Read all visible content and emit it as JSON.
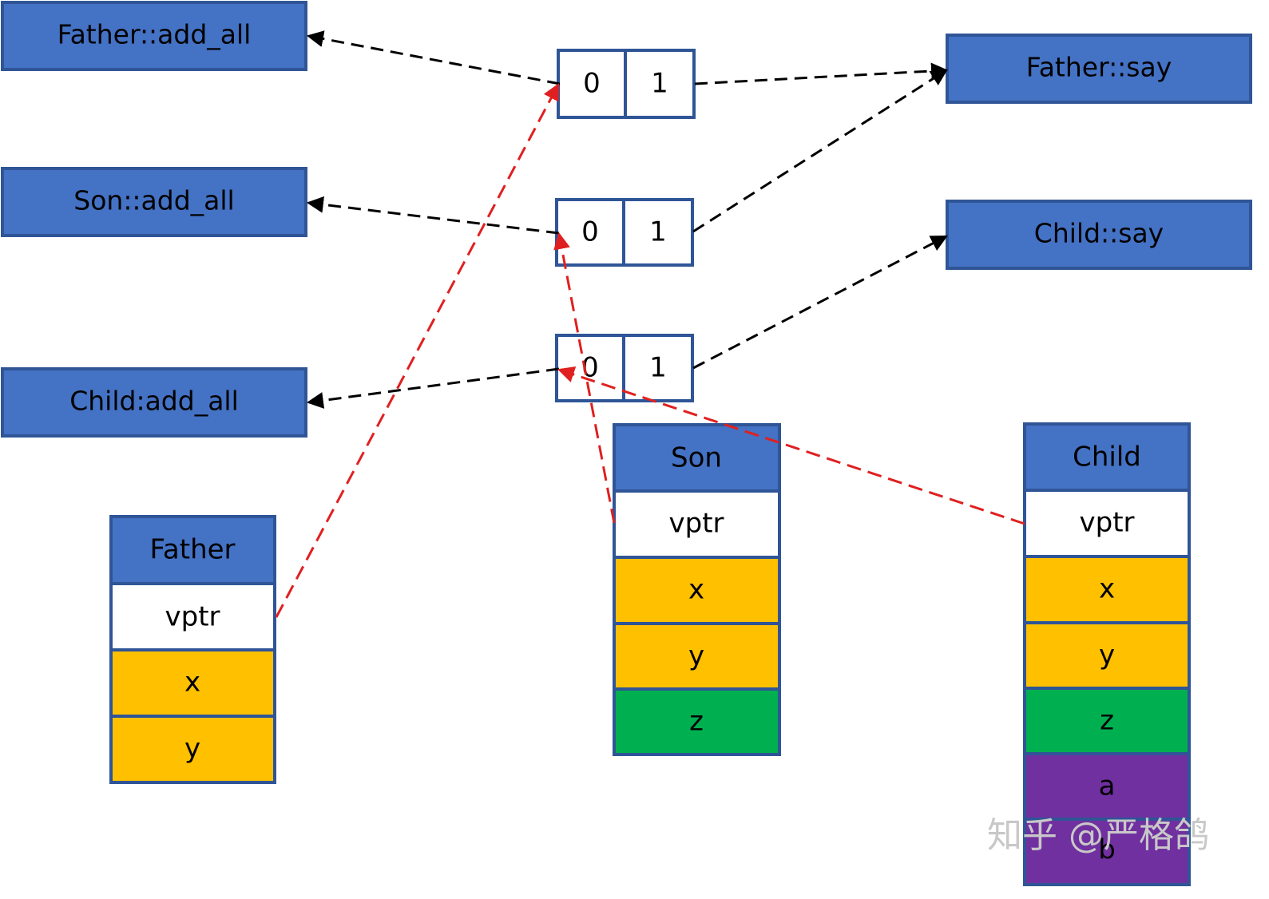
{
  "colors": {
    "box_fill": "#4472c4",
    "box_border": "#2f5597",
    "member_yellow": "#ffc000",
    "member_green": "#00b050",
    "member_purple": "#7030a0",
    "vptr_white": "#ffffff",
    "func_arrow": "#000000",
    "vptr_arrow": "#e02020"
  },
  "functions": {
    "father_add_all": "Father::add_all",
    "son_add_all": "Son::add_all",
    "child_add_all": "Child:add_all",
    "father_say": "Father::say",
    "child_say": "Child::say"
  },
  "vtables": [
    {
      "slot0": "0",
      "slot1": "1"
    },
    {
      "slot0": "0",
      "slot1": "1"
    },
    {
      "slot0": "0",
      "slot1": "1"
    }
  ],
  "objects": {
    "father": {
      "title": "Father",
      "cells": [
        "vptr",
        "x",
        "y"
      ]
    },
    "son": {
      "title": "Son",
      "cells": [
        "vptr",
        "x",
        "y",
        "z"
      ]
    },
    "child": {
      "title": "Child",
      "cells": [
        "vptr",
        "x",
        "y",
        "z",
        "a",
        "b"
      ]
    }
  },
  "watermark": "知乎 @严格鸽"
}
